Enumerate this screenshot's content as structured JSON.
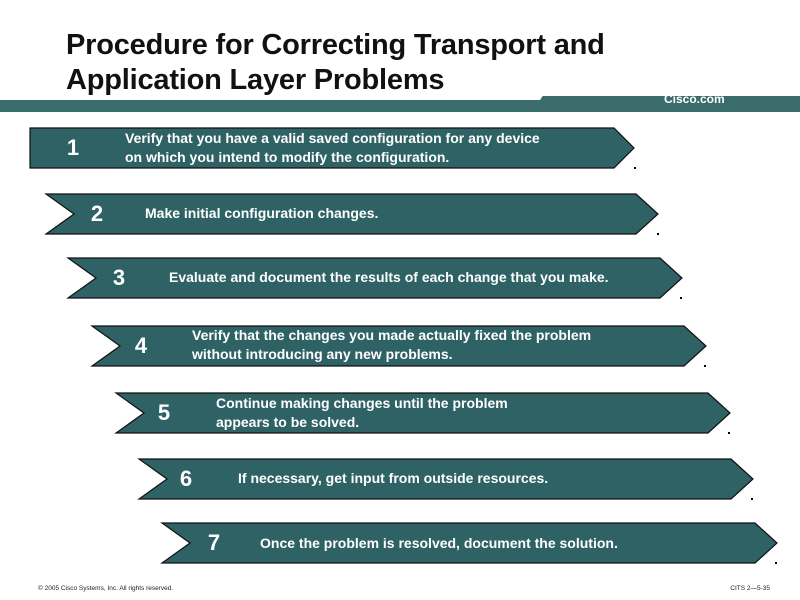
{
  "slide": {
    "title": "Procedure for Correcting Transport and Application Layer Problems",
    "brand": "Cisco.com",
    "footer_left": "© 2005 Cisco Systems, Inc. All rights reserved.",
    "footer_right": "CITS 2—5-35"
  },
  "steps": [
    {
      "number": "1",
      "text": "Verify that you have a valid saved configuration for any device on which you intend to modify the configuration."
    },
    {
      "number": "2",
      "text": "Make initial configuration changes."
    },
    {
      "number": "3",
      "text": "Evaluate and document the results of each change that you make."
    },
    {
      "number": "4",
      "text": "Verify that the changes you made actually fixed the problem without introducing any new problems."
    },
    {
      "number": "5",
      "text": "Continue making changes until the problem appears to be solved."
    },
    {
      "number": "6",
      "text": "If necessary, get input from outside resources."
    },
    {
      "number": "7",
      "text": "Once the problem is resolved, document the solution."
    }
  ],
  "colors": {
    "arrow_fill": "#2f6265",
    "header_bar": "#3a6c6c"
  }
}
